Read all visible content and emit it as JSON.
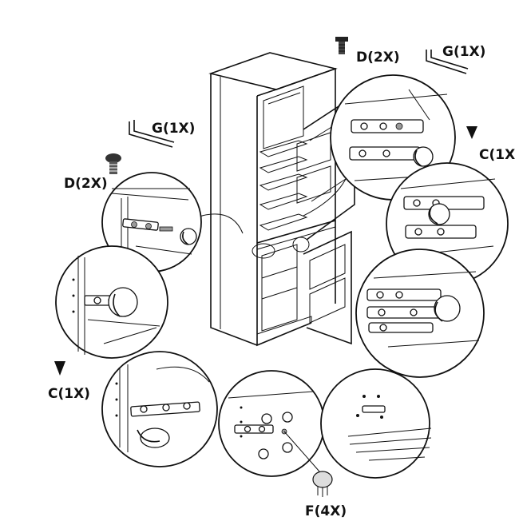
{
  "labels": {
    "g_top": "G(1X)",
    "d_top": "D(2X)",
    "g_left": "G(1X)",
    "d_left": "D(2X)",
    "c_right": "C(1X",
    "c_left": "C(1X)",
    "f_bottom": "F(4X)"
  },
  "icons": [
    "screw-d-icon",
    "bracket-g-icon",
    "screw-c-icon",
    "cap-f-icon",
    "rotation-arrow-icon"
  ]
}
